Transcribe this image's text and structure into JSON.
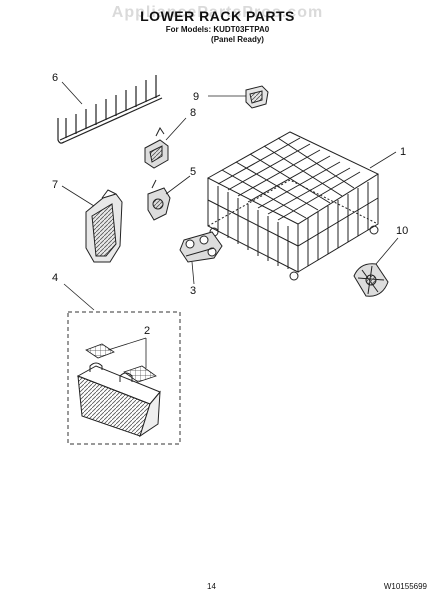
{
  "watermark": "AppliancePartsPros.com",
  "header": {
    "title": "LOWER RACK PARTS",
    "models_line": "For Models: KUDT03FTPA0",
    "panel_line": "(Panel Ready)"
  },
  "callouts": [
    "1",
    "2",
    "3",
    "4",
    "5",
    "6",
    "7",
    "8",
    "9",
    "10"
  ],
  "footer": {
    "page_number": "14",
    "doc_code": "W10155699"
  }
}
